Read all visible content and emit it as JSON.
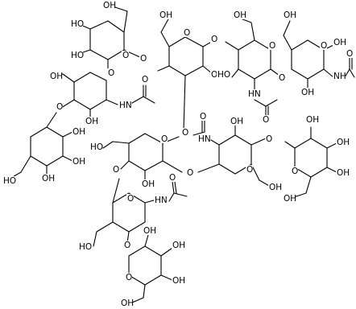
{
  "molecule": {
    "atom_labels": {
      "oh": "OH",
      "ho": "HO",
      "o": "O",
      "hn": "HN",
      "nh": "NH",
      "o_double": "O"
    }
  }
}
